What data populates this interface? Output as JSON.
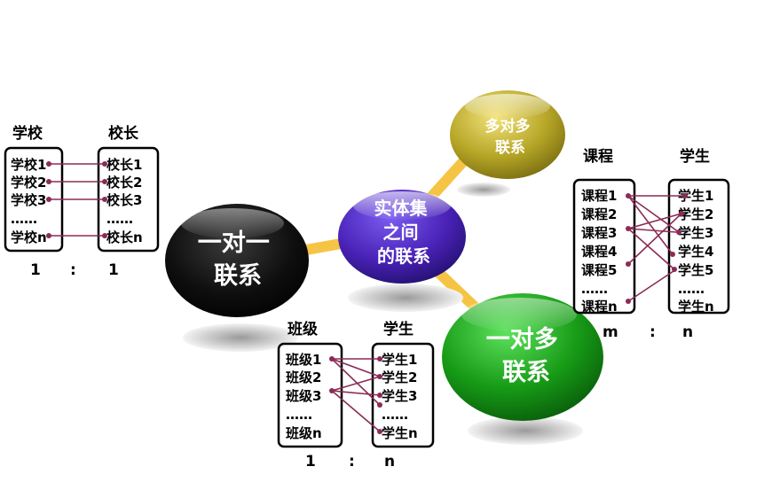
{
  "center": {
    "lines": [
      "实体集",
      "之间",
      "的联系"
    ]
  },
  "one_to_one": {
    "label_lines": [
      "一对一",
      "联系"
    ],
    "left_header": "学校",
    "right_header": "校长",
    "left_items": [
      "学校1",
      "学校2",
      "学校3",
      "……",
      "学校n"
    ],
    "right_items": [
      "校长1",
      "校长2",
      "校长3",
      "……",
      "校长n"
    ],
    "ratio": {
      "left": "1",
      "sep": ":",
      "right": "1"
    }
  },
  "one_to_many": {
    "label_lines": [
      "一对多",
      "联系"
    ],
    "left_header": "班级",
    "right_header": "学生",
    "left_items": [
      "班级1",
      "班级2",
      "班级3",
      "……",
      "班级n"
    ],
    "right_items": [
      "学生1",
      "学生2",
      "学生3",
      "……",
      "学生n"
    ],
    "ratio": {
      "left": "1",
      "sep": ":",
      "right": "n"
    }
  },
  "many_to_many": {
    "label_lines": [
      "多对多",
      "联系"
    ],
    "left_header": "课程",
    "right_header": "学生",
    "left_items": [
      "课程1",
      "课程2",
      "课程3",
      "课程4",
      "课程5",
      "……",
      "课程n"
    ],
    "right_items": [
      "学生1",
      "学生2",
      "学生3",
      "学生4",
      "学生5",
      "……",
      "学生n"
    ],
    "ratio": {
      "left": "m",
      "sep": ":",
      "right": "n"
    }
  },
  "colors": {
    "center": "#4a22b8",
    "one_to_one": "#111111",
    "one_to_many": "#169a16",
    "many_to_many": "#b5a526",
    "connector": "#f6c445",
    "link": "#8b2b55"
  }
}
